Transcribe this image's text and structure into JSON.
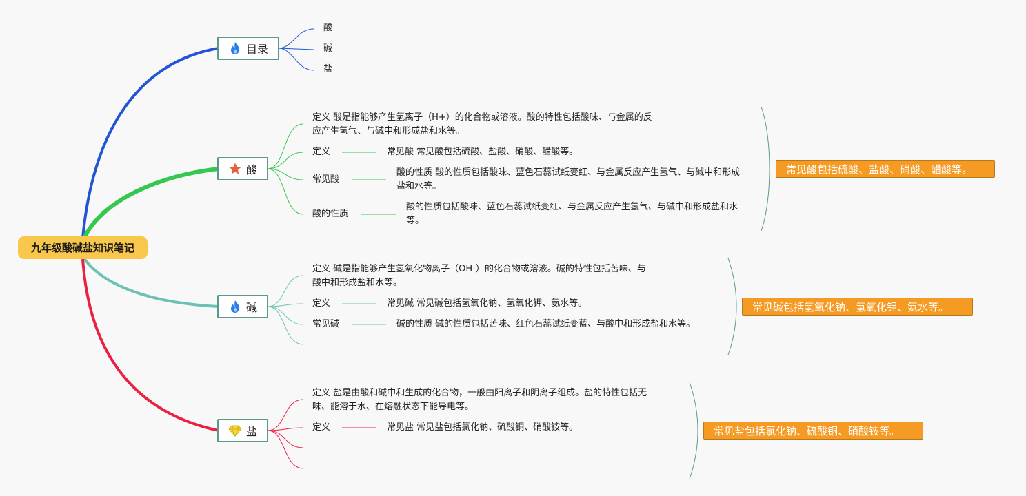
{
  "root": {
    "title": "九年级酸碱盐知识笔记"
  },
  "colors": {
    "root_bg": "#f8c74b",
    "branch_catalog": "#2354d6",
    "branch_acid": "#35c750",
    "branch_base": "#6cc1b4",
    "branch_salt": "#ea2242",
    "callout_bg": "#f59a23",
    "topic_border": "#5a9a8c"
  },
  "catalog": {
    "label": "目录",
    "icon": "fire-icon",
    "items": [
      "酸",
      "碱",
      "盐"
    ]
  },
  "acid": {
    "label": "酸",
    "icon": "star-icon",
    "definition": "定义 酸是指能够产生氢离子（H+）的化合物或溶液。酸的特性包括酸味、与金属的反应产生氢气、与碱中和形成盐和水等。",
    "rows": [
      {
        "key": "定义",
        "value": "常见酸 常见酸包括硫酸、盐酸、硝酸、醋酸等。"
      },
      {
        "key": "常见酸",
        "value": "酸的性质 酸的性质包括酸味、蓝色石蕊试纸变红、与金属反应产生氢气、与碱中和形成盐和水等。"
      },
      {
        "key": "酸的性质",
        "value": "酸的性质包括酸味、蓝色石蕊试纸变红、与金属反应产生氢气、与碱中和形成盐和水等。"
      }
    ],
    "summary": "常见酸包括硫酸、盐酸、硝酸、醋酸等。"
  },
  "base": {
    "label": "碱",
    "icon": "fire-icon",
    "definition": "定义 碱是指能够产生氢氧化物离子（OH-）的化合物或溶液。碱的特性包括苦味、与酸中和形成盐和水等。",
    "rows": [
      {
        "key": "定义",
        "value": "常见碱 常见碱包括氢氧化钠、氢氧化钾、氨水等。"
      },
      {
        "key": "常见碱",
        "value": "碱的性质 碱的性质包括苦味、红色石蕊试纸变蓝、与酸中和形成盐和水等。"
      }
    ],
    "summary": "常见碱包括氢氧化钠、氢氧化钾、氨水等。"
  },
  "salt": {
    "label": "盐",
    "icon": "diamond-icon",
    "definition": "定义 盐是由酸和碱中和生成的化合物，一般由阳离子和阴离子组成。盐的特性包括无味、能溶于水、在熔融状态下能导电等。",
    "rows": [
      {
        "key": "定义",
        "value": "常见盐 常见盐包括氯化钠、硫酸铜、硝酸铵等。"
      }
    ],
    "summary": "常见盐包括氯化钠、硫酸铜、硝酸铵等。"
  }
}
